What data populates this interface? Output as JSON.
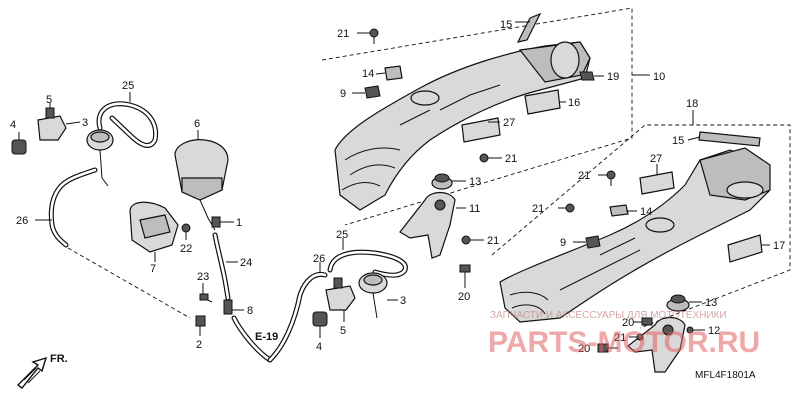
{
  "callouts": {
    "c1": "1",
    "c2": "2",
    "c3a": "3",
    "c3b": "3",
    "c4a": "4",
    "c4b": "4",
    "c5a": "5",
    "c5b": "5",
    "c6": "6",
    "c7": "7",
    "c8": "8",
    "c9a": "9",
    "c9b": "9",
    "c10": "10",
    "c11": "11",
    "c12": "12",
    "c13a": "13",
    "c13b": "13",
    "c14a": "14",
    "c14b": "14",
    "c15a": "15",
    "c15b": "15",
    "c16": "16",
    "c17": "17",
    "c18": "18",
    "c19": "19",
    "c20a": "20",
    "c20b": "20",
    "c20c": "20",
    "c21a": "21",
    "c21b": "21",
    "c21c": "21",
    "c21d": "21",
    "c21e": "21",
    "c21f": "21",
    "c22": "22",
    "c23": "23",
    "c24": "24",
    "c25a": "25",
    "c25b": "25",
    "c26a": "26",
    "c26b": "26",
    "c27a": "27",
    "c27b": "27"
  },
  "reference": "E-19",
  "front_arrow": "FR.",
  "diagram_code": "MFL4F1801A",
  "watermark": {
    "top": "ЗАПЧАСТИ И АКСЕССУАРЫ ДЛЯ МОТОТЕХНИКИ",
    "brand": "PARTS-MOTOR.RU"
  }
}
